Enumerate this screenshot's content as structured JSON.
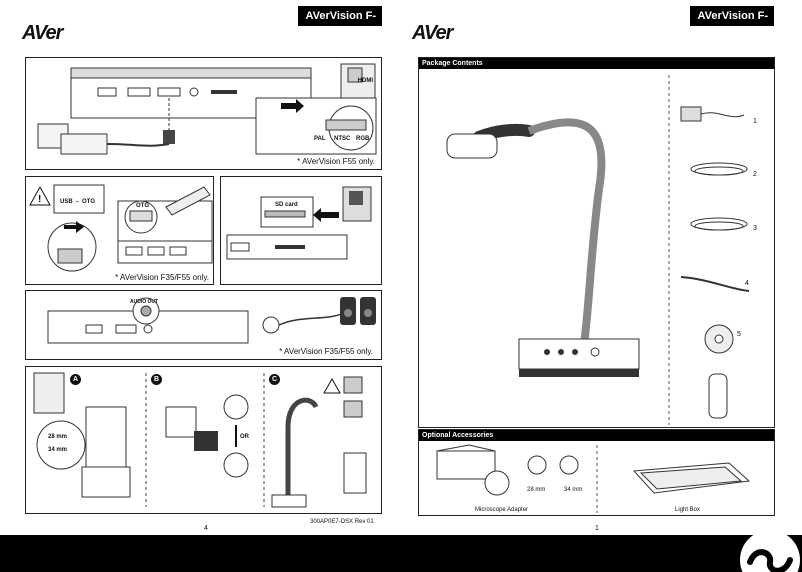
{
  "left_page": {
    "logo": "AVer",
    "series_tag": "AVerVision F-series",
    "panel1": {
      "hdmi_label": "HDMI",
      "pal_label": "PAL",
      "ntsc_label": "NTSC",
      "vga_label": "RGB",
      "note": "* AVerVision F55 only."
    },
    "panel2": {
      "usb_otg_label": "USB ⇔ OTG",
      "otg_label": "OTG",
      "note": "* AVerVision F35/F55 only."
    },
    "panel3": {
      "sd_label": "SD card"
    },
    "panel4": {
      "audio_out_label": "AUDIO OUT",
      "note": "* AVerVision F35/F55 only."
    },
    "panel5": {
      "step_a": "A",
      "step_b": "B",
      "step_c": "C",
      "size_28": "28 mm",
      "size_34": "34 mm",
      "or_label": "OR"
    },
    "doc_code": "300AP0E7-DSX Rev 01",
    "page_number": "4"
  },
  "right_page": {
    "logo": "AVer",
    "series_tag": "AVerVision F-series",
    "package_contents": {
      "heading": "Package Contents",
      "items": [
        "1",
        "2",
        "3",
        "4",
        "5"
      ]
    },
    "optional_accessories": {
      "heading": "Optional Accessories",
      "microscope_adapter": "Microscope Adapter",
      "size_28": "28 mm",
      "size_34": "34 mm",
      "light_box": "Light Box"
    },
    "page_number": "1"
  },
  "colors": {
    "black": "#000000",
    "panel_border": "#222222",
    "bg": "#ffffff"
  }
}
